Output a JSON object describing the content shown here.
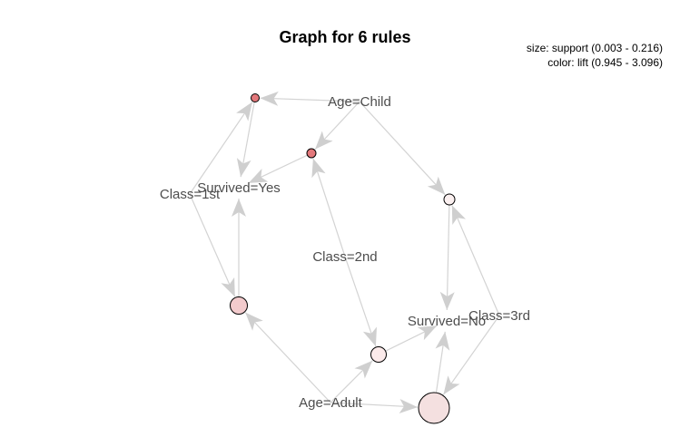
{
  "title": "Graph for 6 rules",
  "legend": {
    "size_text": "size: support (0.003 - 0.216)",
    "color_text": "color: lift (0.945 - 3.096)"
  },
  "items": [
    {
      "id": "age_child",
      "label": "Age=Child"
    },
    {
      "id": "survived_yes",
      "label": "Survived=Yes"
    },
    {
      "id": "class_1st",
      "label": "Class=1st"
    },
    {
      "id": "class_2nd",
      "label": "Class=2nd"
    },
    {
      "id": "survived_no",
      "label": "Survived=No"
    },
    {
      "id": "class_3rd",
      "label": "Class=3rd"
    },
    {
      "id": "age_adult",
      "label": "Age=Adult"
    }
  ],
  "rules": [
    {
      "id": "r1",
      "lhs": [
        "age_child",
        "class_1st"
      ],
      "rhs": "survived_yes",
      "color": "#e3787b"
    },
    {
      "id": "r2",
      "lhs": [
        "age_child",
        "class_2nd"
      ],
      "rhs": "survived_yes",
      "color": "#e3787b"
    },
    {
      "id": "r3",
      "lhs": [
        "age_child",
        "class_3rd"
      ],
      "rhs": "survived_no",
      "color": "#fbf0f0"
    },
    {
      "id": "r4",
      "lhs": [
        "class_1st",
        "age_adult"
      ],
      "rhs": "survived_yes",
      "color": "#f3cbcd"
    },
    {
      "id": "r5",
      "lhs": [
        "class_2nd",
        "age_adult"
      ],
      "rhs": "survived_no",
      "color": "#fbeaea"
    },
    {
      "id": "r6",
      "lhs": [
        "class_3rd",
        "age_adult"
      ],
      "rhs": "survived_no",
      "color": "#f4e0e0"
    }
  ]
}
